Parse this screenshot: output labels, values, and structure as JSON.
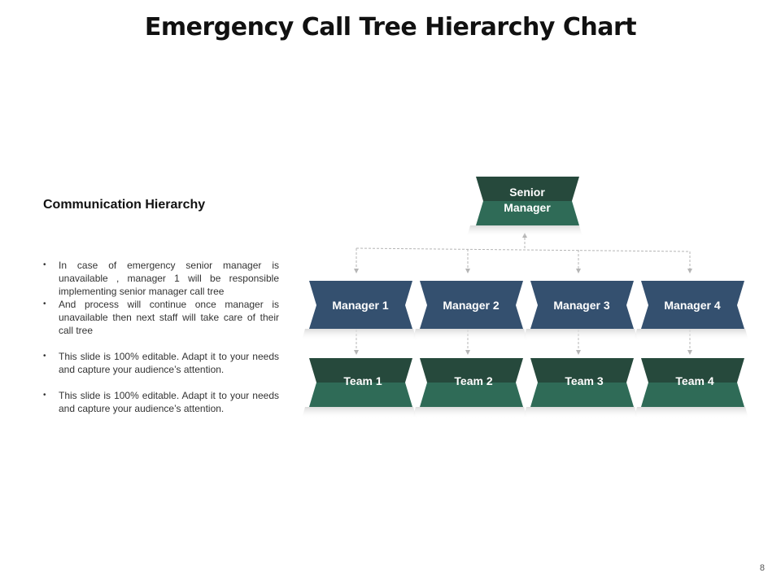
{
  "slide": {
    "title": "Emergency Call Tree Hierarchy Chart",
    "page_number": "8"
  },
  "left_panel": {
    "heading": "Communication Hierarchy",
    "bullets": [
      "In case of emergency senior manager is unavailable  , manager 1 will be responsible implementing senior manager call tree",
      "And process will continue once manager is unavailable  then next staff will take care of their call tree",
      "This slide is 100% editable. Adapt it to your needs and capture your audience’s attention.",
      "This slide is 100% editable. Adapt it to your needs and capture your audience’s attention."
    ]
  },
  "hierarchy": {
    "senior": {
      "line1": "Senior",
      "line2": "Manager"
    },
    "managers": [
      "Manager 1",
      "Manager 2",
      "Manager 3",
      "Manager 4"
    ],
    "teams": [
      "Team 1",
      "Team 2",
      "Team 3",
      "Team 4"
    ]
  },
  "colors": {
    "manager_fill": "#34506f",
    "senior_top": "#26493c",
    "senior_bottom": "#2f6b57",
    "team_top": "#26493c",
    "team_bottom": "#2f6b57",
    "connector": "#b5b5b5"
  }
}
